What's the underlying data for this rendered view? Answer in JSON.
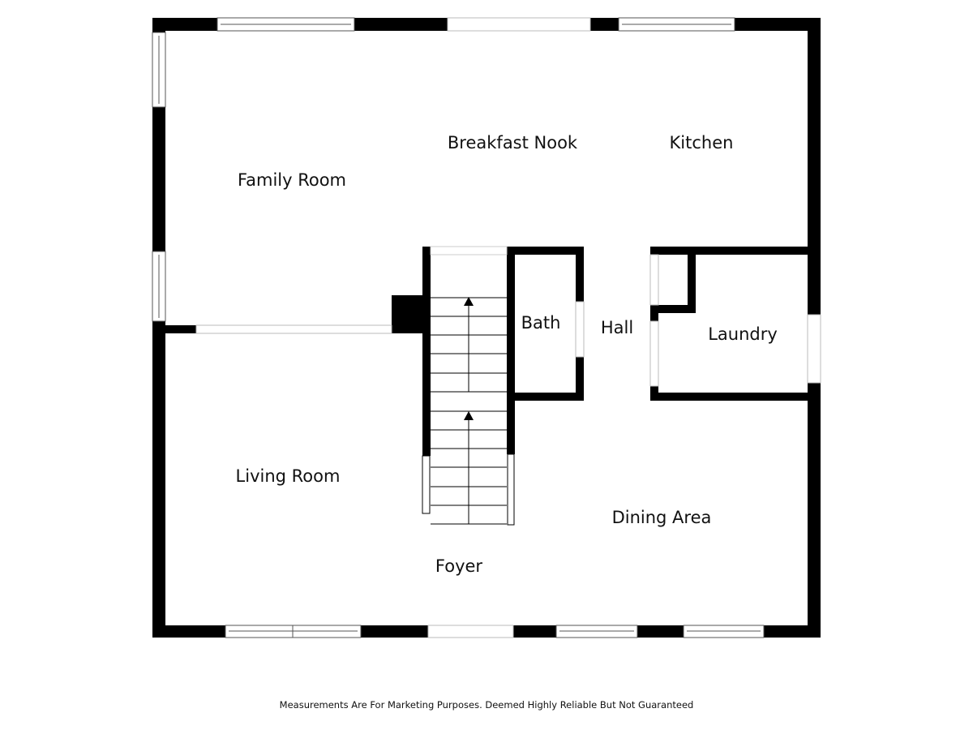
{
  "floorplan": {
    "rooms": {
      "family_room": "Family Room",
      "breakfast_nook": "Breakfast Nook",
      "kitchen": "Kitchen",
      "bath": "Bath",
      "hall": "Hall",
      "laundry": "Laundry",
      "living_room": "Living Room",
      "dining_area": "Dining Area",
      "foyer": "Foyer"
    }
  },
  "footer": {
    "disclaimer": "Measurements Are For Marketing Purposes. Deemed Highly Reliable But Not Guaranteed"
  },
  "colors": {
    "wall": "#000000",
    "window_frame": "#888888",
    "background": "#ffffff"
  }
}
